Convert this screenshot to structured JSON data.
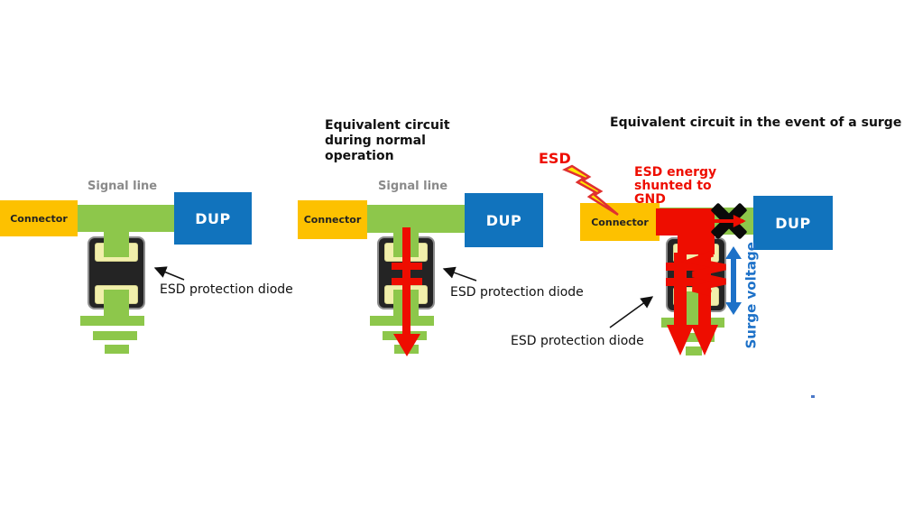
{
  "colors": {
    "signal_green": "#8dc74b",
    "connector_yellow": "#fdc100",
    "dup_blue": "#1173bd",
    "energy_red": "#ee0d00",
    "surge_text_blue": "#1d71c8",
    "pad_cream": "#f1efab",
    "diode_body_black": "#242424",
    "signal_label_gray": "#8a8a8a"
  },
  "panel_basic": {
    "signal_line_label": "Signal line",
    "connector_label": "Connector",
    "dup_label": "DUP",
    "diode_label": "ESD protection diode"
  },
  "panel_normal": {
    "title": "Equivalent circuit during normal operation",
    "signal_line_label": "Signal line",
    "connector_label": "Connector",
    "dup_label": "DUP",
    "diode_label": "ESD protection diode"
  },
  "panel_surge": {
    "title": "Equivalent circuit in the event of a surge",
    "esd_label": "ESD",
    "esd_energy_label": "ESD energy shunted to GND",
    "connector_label": "Connector",
    "dup_label": "DUP",
    "surge_voltage_label": "Surge voltage",
    "diode_label": "ESD protection diode"
  }
}
